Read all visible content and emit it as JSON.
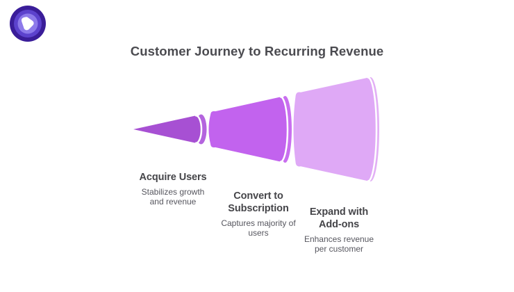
{
  "title": "Customer Journey to Recurring Revenue",
  "brand": {
    "logo": "brand-logo",
    "colors": {
      "outer_ring": "#3a1d99",
      "mid_ring": "#5c42cd",
      "inner_ring": "#8d7aea",
      "core_shape": "#ffffff"
    }
  },
  "text_colors": {
    "title": "#4b4b50",
    "stage_title": "#454549",
    "stage_desc": "#56565e"
  },
  "funnel": {
    "orientation": "horizontal-cone-widening-right",
    "stages": [
      {
        "title_lines": [
          "Acquire Users"
        ],
        "desc_lines": [
          "Stabilizes growth",
          "and revenue"
        ],
        "body_color": "#a750d3",
        "cap_color": "#b464de"
      },
      {
        "title_lines": [
          "Convert to",
          "Subscription"
        ],
        "desc_lines": [
          "Captures majority of",
          "users"
        ],
        "body_color": "#c263ee",
        "cap_color": "#c96fef"
      },
      {
        "title_lines": [
          "Expand with",
          "Add-ons"
        ],
        "desc_lines": [
          "Enhances revenue",
          "per customer"
        ],
        "body_color": "#dfa9f6",
        "cap_color": "#e2aff5"
      }
    ]
  }
}
